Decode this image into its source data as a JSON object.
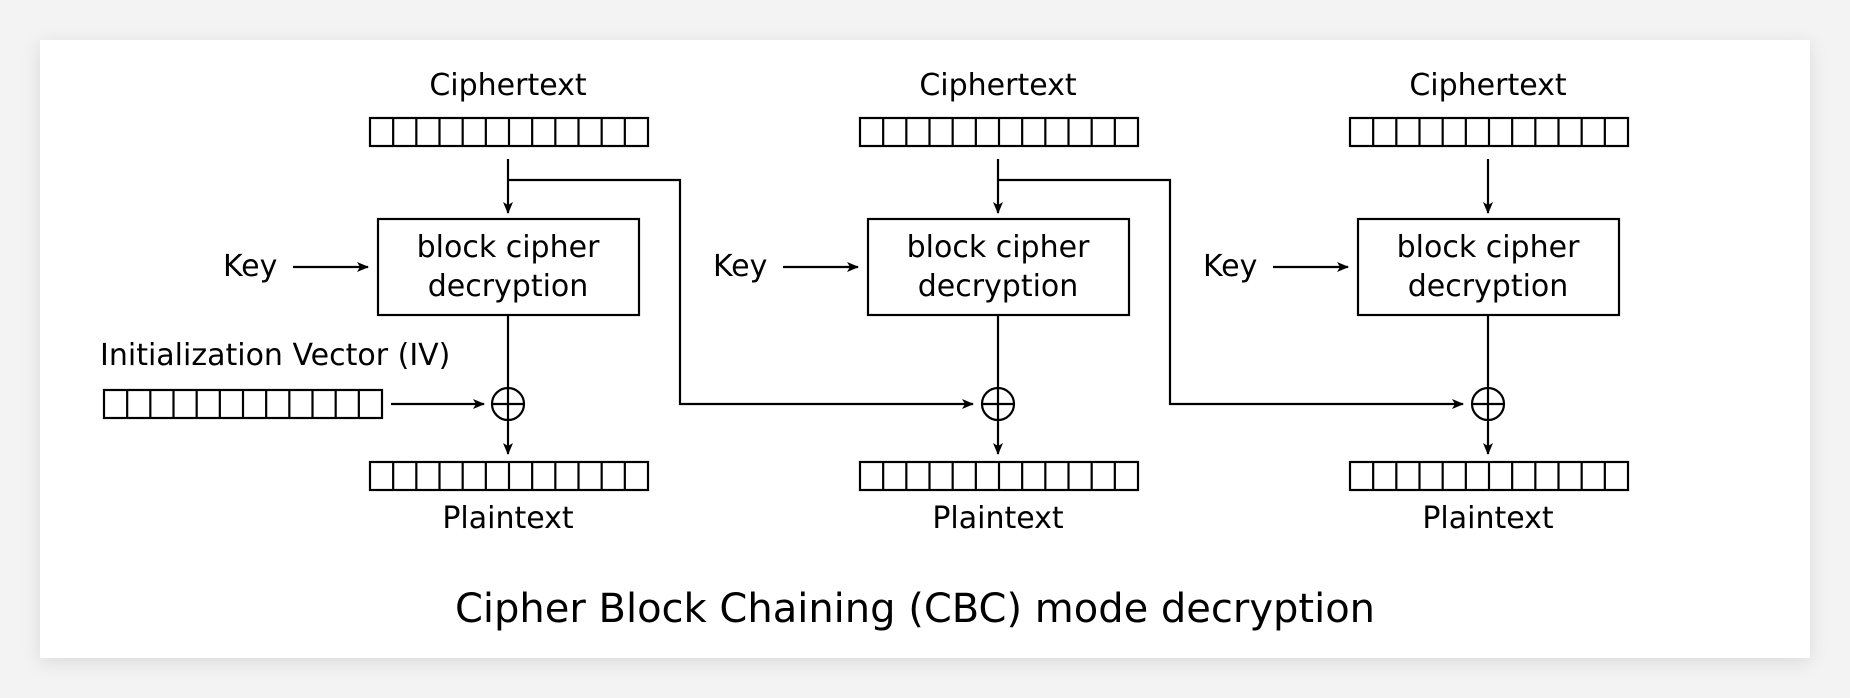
{
  "diagram": {
    "title": "Cipher Block Chaining (CBC) mode decryption",
    "stages": [
      {
        "ciphertext_label": "Ciphertext",
        "key_label": "Key",
        "cipher_label_line1": "block cipher",
        "cipher_label_line2": "decryption",
        "plaintext_label": "Plaintext"
      },
      {
        "ciphertext_label": "Ciphertext",
        "key_label": "Key",
        "cipher_label_line1": "block cipher",
        "cipher_label_line2": "decryption",
        "plaintext_label": "Plaintext"
      },
      {
        "ciphertext_label": "Ciphertext",
        "key_label": "Key",
        "cipher_label_line1": "block cipher",
        "cipher_label_line2": "decryption",
        "plaintext_label": "Plaintext"
      }
    ],
    "iv_label": "Initialization Vector (IV)"
  }
}
